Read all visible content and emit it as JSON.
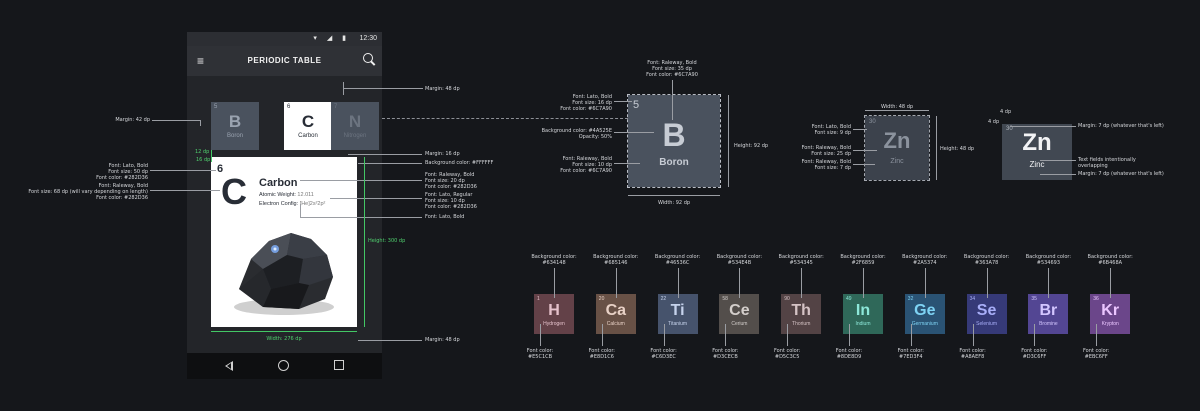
{
  "phone": {
    "time": "12:30",
    "status_icons": "▾ ◢ ▮",
    "app_title": "PERIODIC TABLE",
    "menu_glyph": "≡",
    "small_tiles": [
      {
        "num": "5",
        "sym": "B",
        "name": "Boron",
        "bg": "#4a525e",
        "fg": "#9aa3b0"
      },
      {
        "num": "6",
        "sym": "C",
        "name": "Carbon",
        "bg": "#ffffff",
        "fg": "#282d36"
      },
      {
        "num": "7",
        "sym": "N",
        "name": "Nitrogen",
        "bg": "#4a525e",
        "fg": "#6c7480"
      }
    ],
    "card": {
      "num": "6",
      "sym": "C",
      "name": "Carbon",
      "weight_label": "Atomic Weight:",
      "weight_value": "12.011",
      "config_label": "Electron Config:",
      "config_value": "[He]2s²2p²"
    }
  },
  "annotations": {
    "margin_48_top": "Margin: 48 dp",
    "margin_42": "Margin: 42 dp",
    "margin_16": "Margin: 16 dp",
    "bg_white": "Background color: #FFFFFF",
    "carbon_name": [
      "Font: Raleway, Bold",
      "Font size: 20 dp",
      "Font color: #282D36"
    ],
    "carbon_info": [
      "Font: Lato, Regular",
      "Font size: 10 dp",
      "Font color: #282D36"
    ],
    "lato_bold": "Font: Lato, Bold",
    "num_font": [
      "Font: Lato, Bold",
      "Font size: 50 dp",
      "Font color: #282D36"
    ],
    "sym_font": [
      "Font: Raleway, Bold",
      "Font size: 68 dp (will vary depending on length)",
      "Font color: #282D36"
    ],
    "height_300": "Height: 300 dp",
    "width_276": "Width: 276 dp",
    "margin_48_bottom": "Margin: 48 dp",
    "dp_12": "12 dp",
    "dp_16": "16 dp"
  },
  "big_tile": {
    "num": "5",
    "sym": "B",
    "name": "Boron",
    "sym_font": [
      "Font: Raleway, Bold",
      "Font size: 35 dp",
      "Font color: #6C7A90"
    ],
    "num_font": [
      "Font: Lato, Bold",
      "Font size: 16 dp",
      "Font color: #6C7A90"
    ],
    "bg": [
      "Background color: #4A525E",
      "Opacity: 50%"
    ],
    "name_font": [
      "Font: Raleway, Bold",
      "Font size: 10 dp",
      "Font color: #6C7A90"
    ],
    "height": "Height: 92 dp",
    "width": "Width: 92 dp"
  },
  "zn_dim": {
    "num": "30",
    "sym": "Zn",
    "name": "Zinc",
    "width": "Width: 48 dp",
    "height": "Height: 48 dp",
    "num_font": [
      "Font: Lato, Bold",
      "Font size: 9 dp"
    ],
    "sym_font": [
      "Font: Raleway, Bold",
      "Font size: 25 dp"
    ],
    "name_font": [
      "Font: Raleway, Bold",
      "Font size: 7 dp"
    ]
  },
  "zn_overlap": {
    "num": "30",
    "sym": "Zn",
    "name": "Zinc",
    "dp_top": "4 dp",
    "dp_left": "4 dp",
    "margin_top": "Margin: 7 dp (whatever that's left)",
    "overlap": [
      "Text fields intentionally",
      "overlapping"
    ],
    "margin_bottom": "Margin: 7 dp (whatever that's left)"
  },
  "palette": [
    {
      "num": "1",
      "sym": "H",
      "name": "Hydrogen",
      "bg_label": "Background color:",
      "bg": "#634148",
      "fc_label": "Font color:",
      "fc": "#E5C1CB"
    },
    {
      "num": "20",
      "sym": "Ca",
      "name": "Calcium",
      "bg_label": "Background color:",
      "bg": "#685146",
      "fc_label": "Font color:",
      "fc": "#E8D1C6"
    },
    {
      "num": "22",
      "sym": "Ti",
      "name": "Titanium",
      "bg_label": "Background color:",
      "bg": "#46536C",
      "fc_label": "Font color:",
      "fc": "#C6D3EC"
    },
    {
      "num": "58",
      "sym": "Ce",
      "name": "Cerium",
      "bg_label": "Background color:",
      "bg": "#534E4B",
      "fc_label": "Font color:",
      "fc": "#D3CECB"
    },
    {
      "num": "90",
      "sym": "Th",
      "name": "Thorium",
      "bg_label": "Background color:",
      "bg": "#534345",
      "fc_label": "Font color:",
      "fc": "#D5C3C5"
    },
    {
      "num": "49",
      "sym": "In",
      "name": "Indium",
      "bg_label": "Background color:",
      "bg": "#2F6859",
      "fc_label": "Font color:",
      "fc": "#8DE8D9"
    },
    {
      "num": "32",
      "sym": "Ge",
      "name": "Germanium",
      "bg_label": "Background color:",
      "bg": "#2A5374",
      "fc_label": "Font color:",
      "fc": "#7ED3F4"
    },
    {
      "num": "34",
      "sym": "Se",
      "name": "Selenium",
      "bg_label": "Background color:",
      "bg": "#363A78",
      "fc_label": "Font color:",
      "fc": "#A8AEF8"
    },
    {
      "num": "35",
      "sym": "Br",
      "name": "Bromine",
      "bg_label": "Background color:",
      "bg": "#534693",
      "fc_label": "Font color:",
      "fc": "#D3C6FF"
    },
    {
      "num": "36",
      "sym": "Kr",
      "name": "Krypton",
      "bg_label": "Background color:",
      "bg": "#6B468A",
      "fc_label": "Font color:",
      "fc": "#EBC6FF"
    }
  ]
}
